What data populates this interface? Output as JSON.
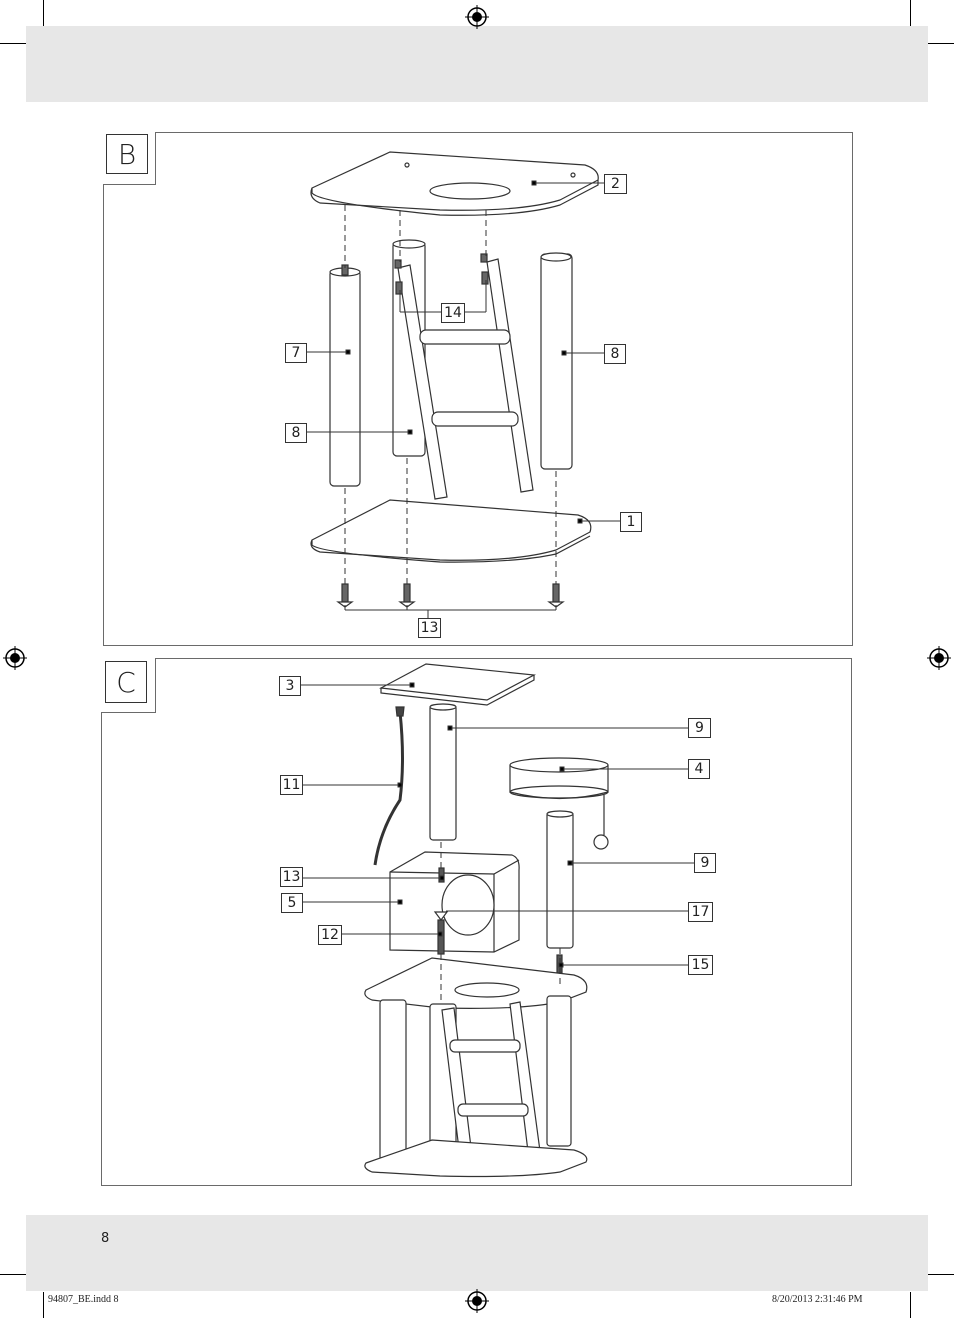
{
  "page": {
    "number": "8"
  },
  "slug": {
    "file": "94807_BE.indd   8",
    "timestamp": "8/20/2013   2:31:46 PM"
  },
  "panel_b": {
    "step": "B",
    "callouts": [
      "2",
      "14",
      "7",
      "8",
      "8",
      "1",
      "13"
    ]
  },
  "panel_c": {
    "step": "C",
    "callouts": [
      "3",
      "9",
      "4",
      "11",
      "9",
      "13",
      "5",
      "17",
      "12",
      "15"
    ]
  }
}
